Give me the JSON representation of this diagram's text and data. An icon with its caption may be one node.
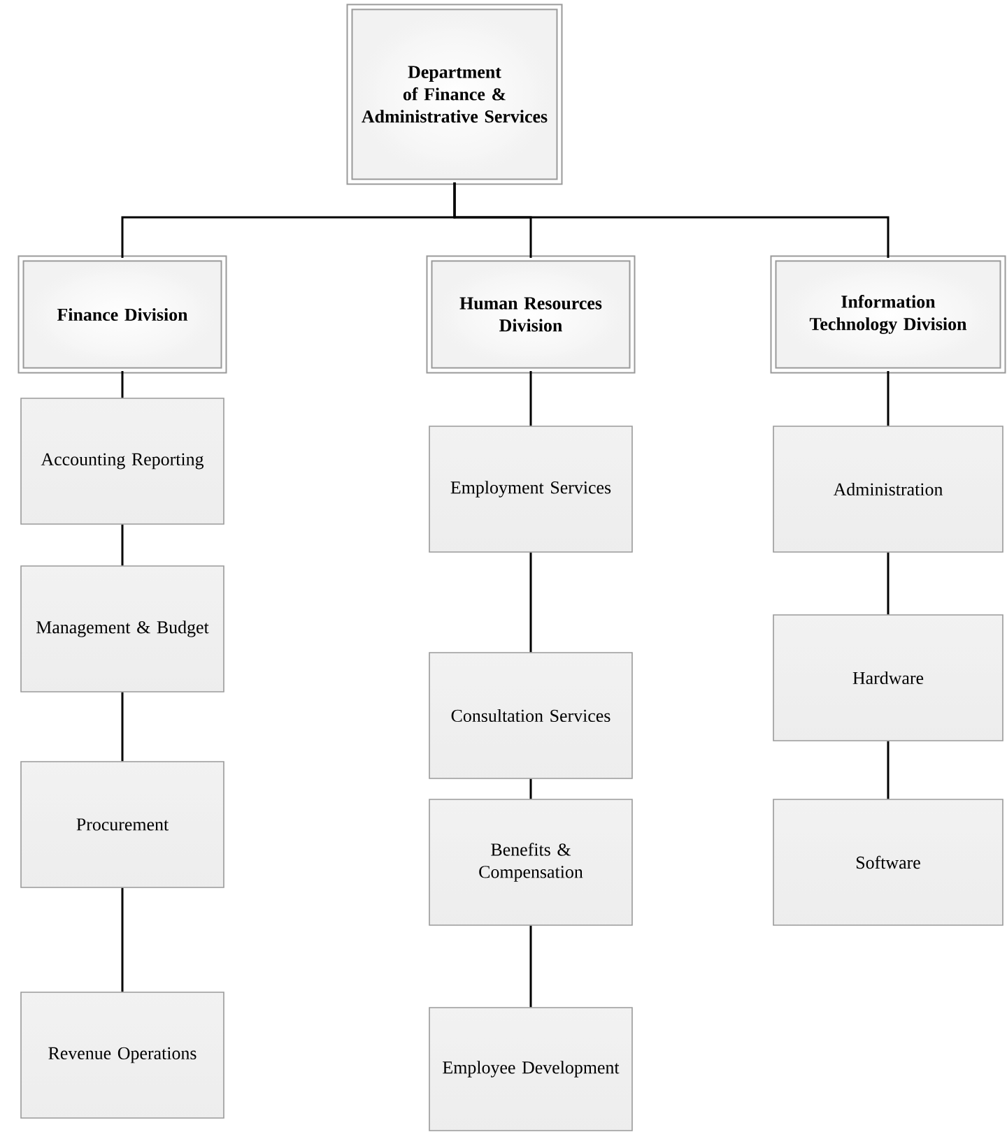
{
  "diagram": {
    "nodes": [
      {
        "text": [
          "Department of Finance & Administrative Services"
        ]
      },
      {
        "text": [
          "Finance Division"
        ]
      },
      {
        "text": [
          "Human Resources Division"
        ]
      },
      {
        "text": [
          "Information Technology Division"
        ]
      },
      {
        "text": [
          "Accounting Reporting"
        ]
      },
      {
        "text": [
          "Management & Budget"
        ]
      },
      {
        "text": [
          "Procurement"
        ]
      },
      {
        "text": [
          "Revenue Operations"
        ]
      },
      {
        "text": [
          "Employment Services"
        ]
      },
      {
        "text": [
          "Consultation Services"
        ]
      },
      {
        "text": [
          "Benefits & Compensation"
        ]
      },
      {
        "text": [
          "Employee Development"
        ]
      },
      {
        "text": [
          "Administration"
        ]
      },
      {
        "text": [
          "Hardware"
        ]
      },
      {
        "text": [
          "Software"
        ]
      }
    ],
    "edges": [
      {
        "from": 0,
        "to": 1,
        "arrow": "none"
      },
      {
        "from": 0,
        "to": 2,
        "arrow": "none"
      },
      {
        "from": 0,
        "to": 3,
        "arrow": "none"
      },
      {
        "from": 1,
        "to": 4,
        "arrow": "none"
      },
      {
        "from": 4,
        "to": 5,
        "arrow": "none"
      },
      {
        "from": 5,
        "to": 6,
        "arrow": "none"
      },
      {
        "from": 6,
        "to": 7,
        "arrow": "none"
      },
      {
        "from": 2,
        "to": 8,
        "arrow": "none"
      },
      {
        "from": 8,
        "to": 9,
        "arrow": "none"
      },
      {
        "from": 9,
        "to": 10,
        "arrow": "none"
      },
      {
        "from": 10,
        "to": 11,
        "arrow": "none"
      },
      {
        "from": 3,
        "to": 12,
        "arrow": "none"
      },
      {
        "from": 12,
        "to": 13,
        "arrow": "none"
      },
      {
        "from": 13,
        "to": 14,
        "arrow": "none"
      }
    ]
  }
}
